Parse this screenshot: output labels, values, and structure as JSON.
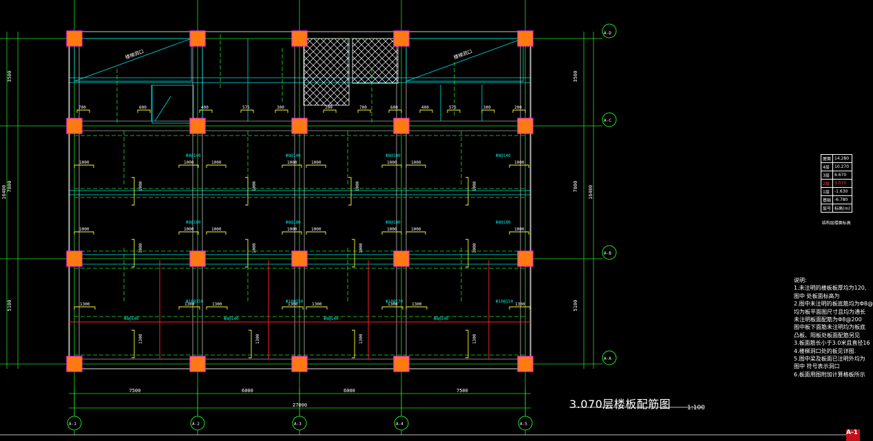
{
  "drawing": {
    "title": "3.070层楼板配筋图",
    "scale": "1:100",
    "axes_x": [
      "A-1",
      "A-2",
      "A-3",
      "A-4",
      "A-5"
    ],
    "axes_y": [
      "A-D",
      "A-C",
      "A-B",
      "A-A"
    ],
    "bay_widths": [
      "7500",
      "6000",
      "6000",
      "7500"
    ],
    "total_width": "27000",
    "bay_depths": [
      "3500",
      "7800",
      "5100"
    ],
    "total_depth": "16400",
    "rebar_labels": {
      "row_top": [
        "Φ8@140",
        "Φ8@140",
        "Φ8@180",
        "Φ8@140"
      ],
      "row_mid": [
        "Φ8@180",
        "Φ8@180",
        "Φ8@180",
        "Φ8@180"
      ],
      "row_low": [
        "Φ10@150",
        "Φ10@150",
        "Φ10@170",
        "Φ10@150"
      ],
      "row_bottom": [
        "Φ8@140",
        "Φ8@140",
        "Φ8@140",
        "Φ8@140"
      ],
      "lengths_top": [
        "1000",
        "1000",
        "1000",
        "1000",
        "1000",
        "1000",
        "1000",
        "1000"
      ],
      "lengths_mid": [
        "1000",
        "1000",
        "1000",
        "1000",
        "1000",
        "1000",
        "1000",
        "1000"
      ],
      "lengths_low": [
        "1300",
        "1300",
        "1300",
        "1300",
        "1300",
        "1300",
        "1300",
        "1300"
      ],
      "small_dims": [
        "700",
        "600",
        "400",
        "575",
        "300",
        "200"
      ]
    },
    "opening_label": "楼梯洞口"
  },
  "elevation_table": {
    "rows": [
      [
        "屋面",
        "14.280"
      ],
      [
        "4层",
        "10.270"
      ],
      [
        "3层",
        "6.670"
      ],
      [
        "2层",
        "3.070"
      ],
      [
        "1层",
        "-1.630"
      ],
      [
        "基础",
        "-6.780"
      ],
      [
        "层号",
        "标高(m)"
      ]
    ],
    "caption": "结构层楼面标高"
  },
  "notes": {
    "heading": "说明:",
    "lines": [
      "1.未注明的楼板板厚均为120,",
      "   图中         处板面标高为",
      "2.图中未注明的板底筋均为Φ8@",
      "   均为板平面图尺寸且均为通长",
      "   未注明板面配筋为Φ8@200",
      "   图中板下面筋未注明均为板底",
      "   凸板、阳板处板面配筋另见",
      "3.板面筋长小于3.0米且直径16",
      "4.楼梯洞口处的板见详图.",
      "5.图中梁及板面已注明外均为",
      "   图中        符号表示洞口",
      "6.板面用图附加计算格板所示"
    ]
  },
  "badge": "A-1"
}
